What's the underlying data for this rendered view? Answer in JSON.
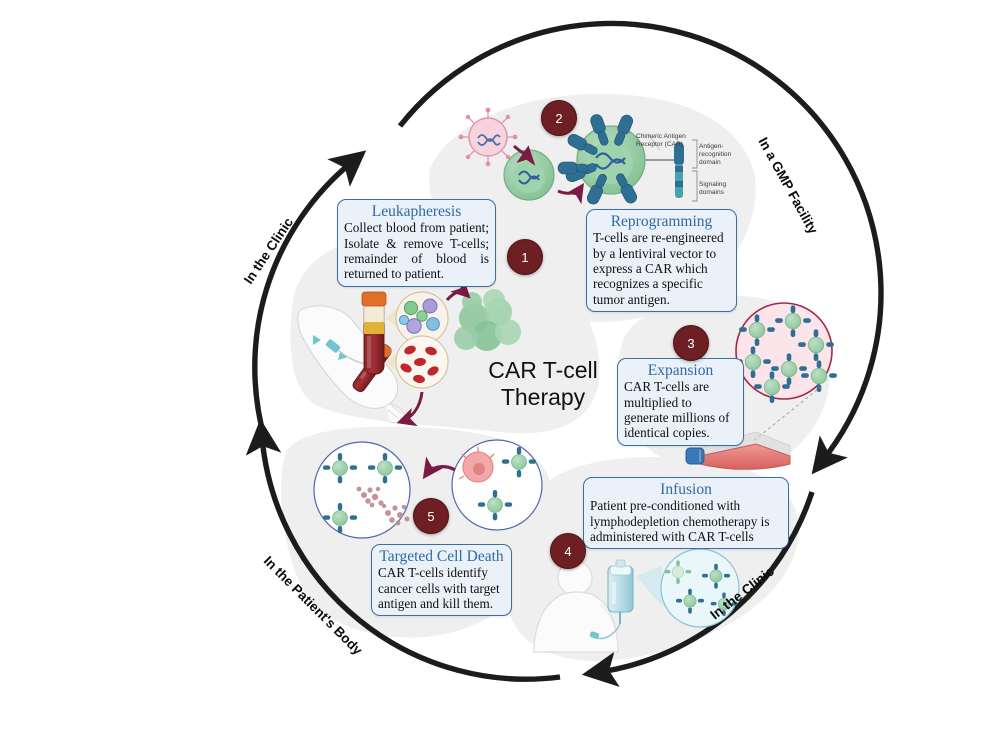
{
  "figure": {
    "center_title_line1": "CAR T-cell",
    "center_title_line2": "Therapy"
  },
  "arc_labels": [
    {
      "id": "in-the-clinic-top",
      "text": "In the Clinic"
    },
    {
      "id": "in-a-gmp-facility",
      "text": "In a GMP Facility"
    },
    {
      "id": "in-the-clinic-bottom",
      "text": "In the Clinic"
    },
    {
      "id": "in-the-patients-body",
      "text": "In the Patient's Body"
    }
  ],
  "steps": [
    {
      "number": "1",
      "title": "Leukapheresis",
      "body": "Collect blood from patient; Isolate & remove T-cells; remainder of blood is returned to patient."
    },
    {
      "number": "2",
      "title": "Reprogramming",
      "body": "T-cells are re-engineered by a lentiviral vector to express a CAR which recognizes a specific tumor antigen."
    },
    {
      "number": "3",
      "title": "Expansion",
      "body": "CAR T-cells are multiplied to generate millions of identical copies."
    },
    {
      "number": "4",
      "title": "Infusion",
      "body": "Patient pre-conditioned with lymphodepletion chemotherapy is  administered with CAR T-cells"
    },
    {
      "number": "5",
      "title": "Targeted Cell Death",
      "body": "CAR T-cells  identify cancer cells with target antigen and kill them."
    }
  ],
  "annotations": [
    {
      "id": "car-label",
      "text": "Chimeric Antigen\nReceptor (CAR)"
    },
    {
      "id": "antigen-recognition-domain",
      "text": "Antigen-\nrecognition\ndomain"
    },
    {
      "id": "signaling-domains",
      "text": "Signaling\ndomains"
    }
  ],
  "colors": {
    "step_circle": "#6d1f24",
    "box_fill": "#eaf1f9",
    "box_border": "#3c6e9f",
    "box_title": "#2f6ba6",
    "arc_stroke": "#1c1c1c",
    "blob_fill": "#efeff0",
    "tcell_green": "#8fc79c",
    "receptor_blue": "#2f6f93",
    "cancer_pink": "#f2a0a4",
    "arrow_maroon": "#7b1b43",
    "flask_red": "#e2736f",
    "media_pink": "#fbe4ea"
  }
}
